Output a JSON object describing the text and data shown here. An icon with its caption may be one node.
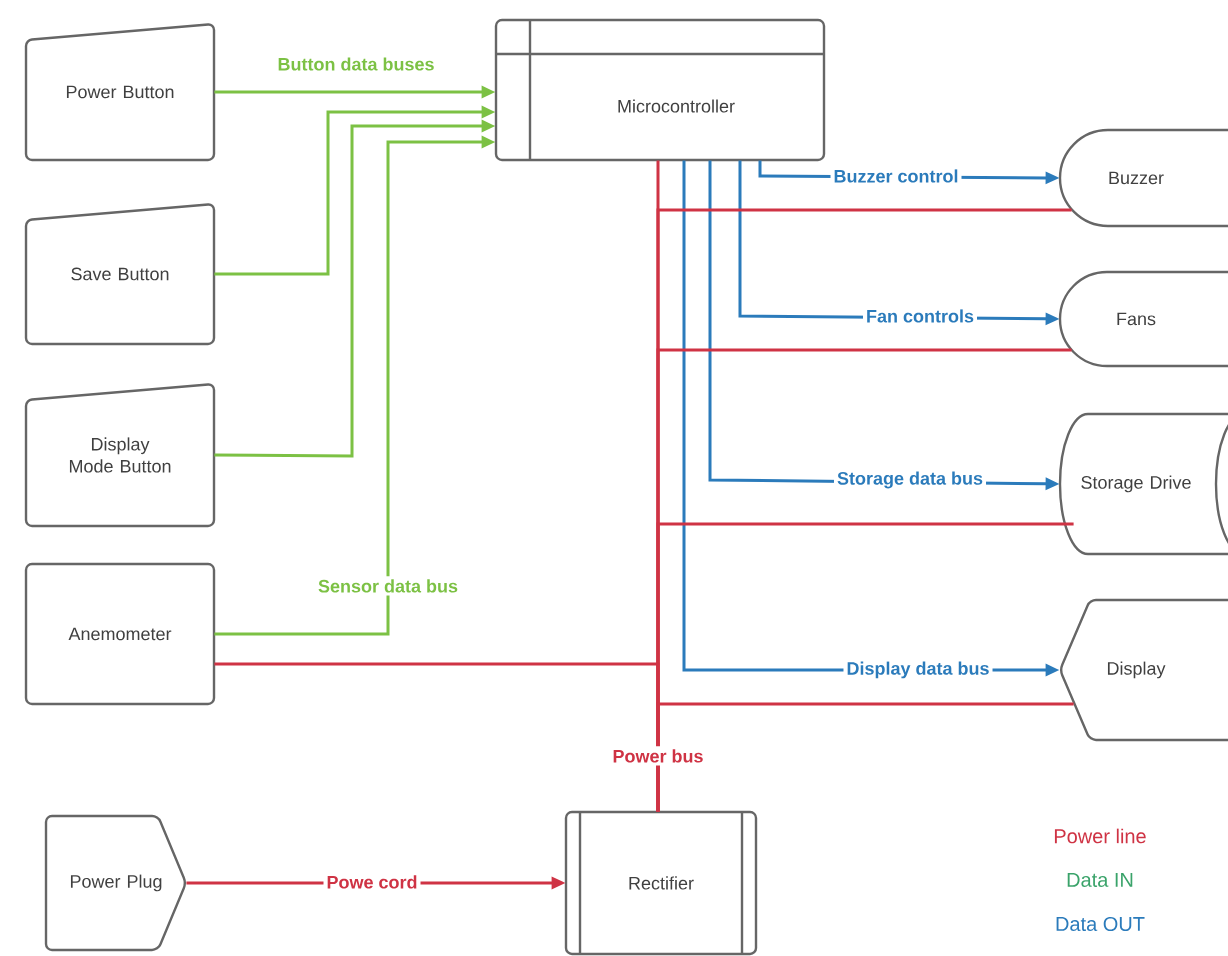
{
  "diagram": {
    "nodes": [
      {
        "text": [
          "Power Button"
        ]
      },
      {
        "text": [
          "Save Button"
        ]
      },
      {
        "text": [
          "Display Mode Button"
        ]
      },
      {
        "text": [
          "Anemometer"
        ]
      },
      {
        "text": [
          "Microcontroller"
        ]
      },
      {
        "text": [
          "Buzzer"
        ]
      },
      {
        "text": [
          "Fans"
        ]
      },
      {
        "text": [
          "Storage Drive"
        ]
      },
      {
        "text": [
          "Display"
        ]
      },
      {
        "text": [
          "Power Plug"
        ]
      },
      {
        "text": [
          "Rectifier"
        ]
      }
    ],
    "edges": [
      {
        "from": 0,
        "to": 4,
        "arrow": "to",
        "label": "Button data buses",
        "color": "#7cc144"
      },
      {
        "from": 1,
        "to": 4,
        "arrow": "to",
        "color": "#7cc144"
      },
      {
        "from": 2,
        "to": 4,
        "arrow": "to",
        "color": "#7cc144"
      },
      {
        "from": 3,
        "to": 4,
        "arrow": "to",
        "label": "Sensor data bus",
        "color": "#7cc144"
      },
      {
        "from": 4,
        "to": 5,
        "arrow": "to",
        "label": "Buzzer control",
        "color": "#2b7bbb"
      },
      {
        "from": 4,
        "to": 6,
        "arrow": "to",
        "label": "Fan controls",
        "color": "#2b7bbb"
      },
      {
        "from": 4,
        "to": 7,
        "arrow": "to",
        "label": "Storage data bus",
        "color": "#2b7bbb"
      },
      {
        "from": 4,
        "to": 8,
        "arrow": "to",
        "label": "Display data bus",
        "color": "#2b7bbb"
      },
      {
        "from": 10,
        "to": 4,
        "arrow": "none",
        "label": "Power bus",
        "color": "#cf3344"
      },
      {
        "from": 10,
        "to": 3,
        "arrow": "none",
        "color": "#cf3344"
      },
      {
        "from": 10,
        "to": 5,
        "arrow": "none",
        "color": "#cf3344"
      },
      {
        "from": 10,
        "to": 6,
        "arrow": "none",
        "color": "#cf3344"
      },
      {
        "from": 10,
        "to": 7,
        "arrow": "none",
        "color": "#cf3344"
      },
      {
        "from": 10,
        "to": 8,
        "arrow": "none",
        "color": "#cf3344"
      },
      {
        "from": 9,
        "to": 10,
        "arrow": "to",
        "label": "Powe cord",
        "color": "#cf3344"
      }
    ],
    "legend": [
      {
        "text": "Power line",
        "color": "#cf3344"
      },
      {
        "text": "Data IN",
        "color": "#3aa36a"
      },
      {
        "text": "Data OUT",
        "color": "#2b7bbb"
      }
    ]
  }
}
